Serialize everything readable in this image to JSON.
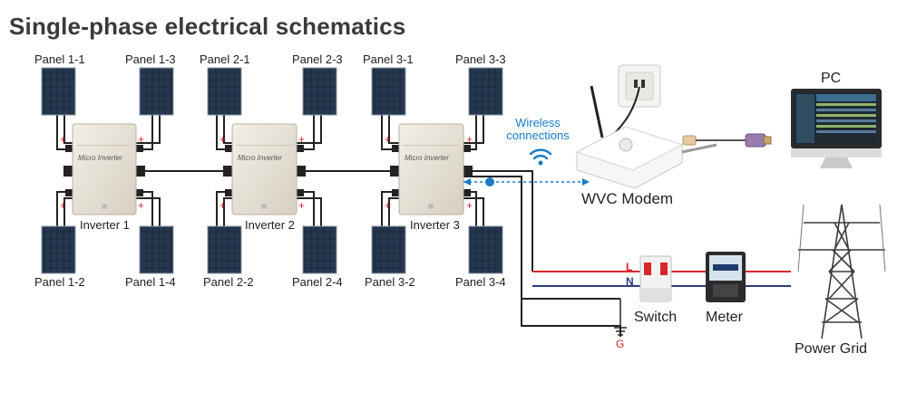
{
  "title": "Single-phase electrical schematics",
  "panels": {
    "p1_1": "Panel 1-1",
    "p1_3": "Panel 1-3",
    "p2_1": "Panel 2-1",
    "p2_3": "Panel 2-3",
    "p3_1": "Panel 3-1",
    "p3_3": "Panel 3-3",
    "p1_2": "Panel 1-2",
    "p1_4": "Panel 1-4",
    "p2_2": "Panel 2-2",
    "p2_4": "Panel 2-4",
    "p3_2": "Panel 3-2",
    "p3_4": "Panel 3-4"
  },
  "inverters": {
    "inv1": "Inverter 1",
    "inv2": "Inverter 2",
    "inv3": "Inverter 3"
  },
  "inverter_face_text": "Micro Inverter",
  "wireless": {
    "line1": "Wireless",
    "line2": "connections"
  },
  "modem": "WVC Modem",
  "pc": "PC",
  "switch": "Switch",
  "meter": "Meter",
  "power_grid": "Power Grid",
  "wires": {
    "live": "L",
    "neutral": "N",
    "ground": "G"
  },
  "colors": {
    "live": "#d9262c",
    "neutral": "#2f3b7a",
    "wireless": "#1a7bc8"
  }
}
